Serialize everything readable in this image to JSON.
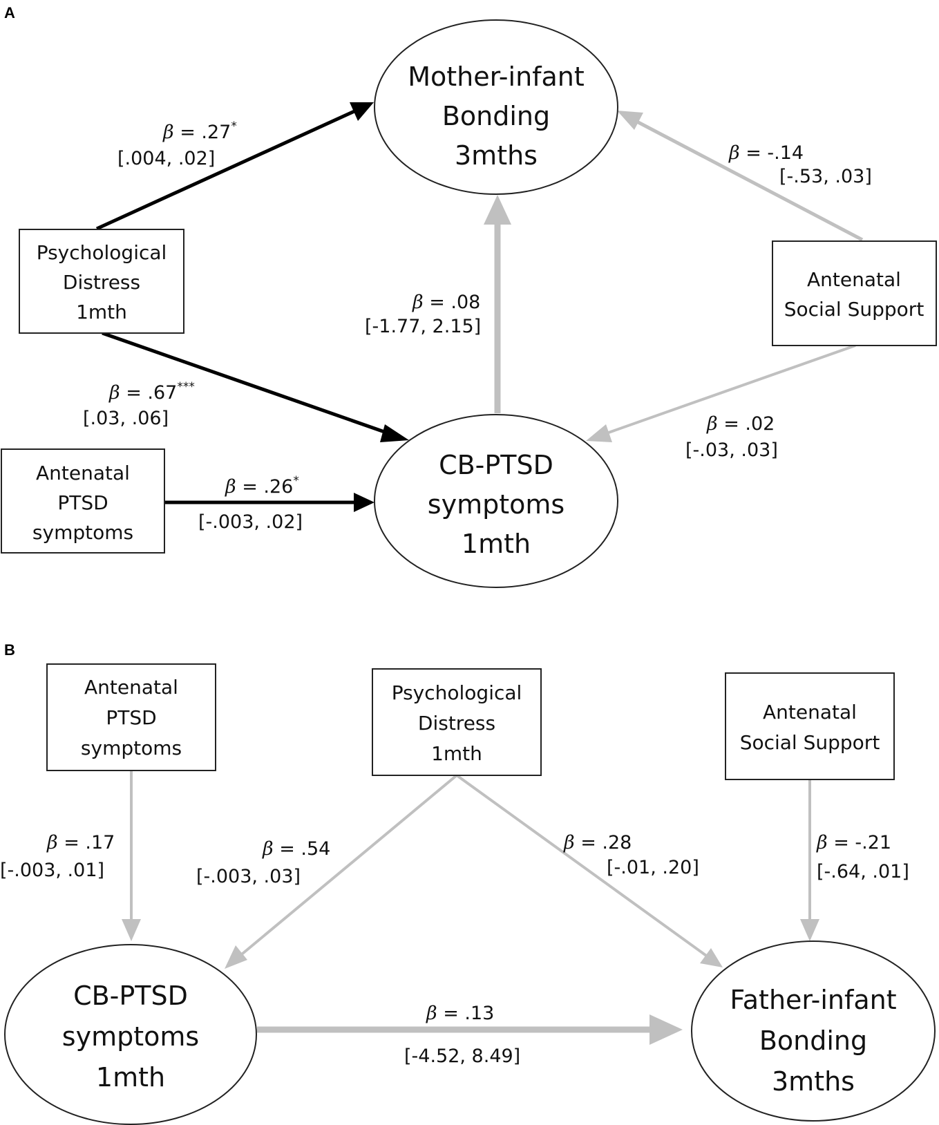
{
  "panels": [
    {
      "id": "A",
      "label": "A",
      "nodes": {
        "bonding": [
          "Mother-infant",
          "Bonding",
          "3mths"
        ],
        "distress": [
          "Psychological",
          "Distress",
          "1mth"
        ],
        "support": [
          "Antenatal",
          "Social Support"
        ],
        "antenatal_ptsd": [
          "Antenatal",
          "PTSD",
          "symptoms"
        ],
        "cbptsd": [
          "CB-PTSD",
          "symptoms",
          "1mth"
        ]
      },
      "paths": [
        {
          "name": "distress-to-bonding",
          "beta_symbol": "β",
          "beta": " = .27",
          "sig": "*",
          "ci": "[.004, .02]",
          "style": "black"
        },
        {
          "name": "support-to-bonding",
          "beta_symbol": "β",
          "beta": " = -.14",
          "sig": "",
          "ci": "[-.53, .03]",
          "style": "gray"
        },
        {
          "name": "cbptsd-to-bonding",
          "beta_symbol": "β",
          "beta": " = .08",
          "sig": "",
          "ci": "[-1.77, 2.15]",
          "style": "gray"
        },
        {
          "name": "distress-to-cbptsd",
          "beta_symbol": "β",
          "beta": " = .67",
          "sig": "***",
          "ci": "[.03, .06]",
          "style": "black"
        },
        {
          "name": "support-to-cbptsd",
          "beta_symbol": "β",
          "beta": " = .02",
          "sig": "",
          "ci": "[-.03, .03]",
          "style": "gray"
        },
        {
          "name": "antenatal-ptsd-to-cbptsd",
          "beta_symbol": "β",
          "beta": " = .26",
          "sig": "*",
          "ci": "[-.003, .02]",
          "style": "black"
        }
      ]
    },
    {
      "id": "B",
      "label": "B",
      "nodes": {
        "antenatal_ptsd": [
          "Antenatal",
          "PTSD",
          "symptoms"
        ],
        "distress": [
          "Psychological",
          "Distress",
          "1mth"
        ],
        "support": [
          "Antenatal",
          "Social Support"
        ],
        "cbptsd": [
          "CB-PTSD",
          "symptoms",
          "1mth"
        ],
        "bonding": [
          "Father-infant",
          "Bonding",
          "3mths"
        ]
      },
      "paths": [
        {
          "name": "antenatal-ptsd-to-cbptsd",
          "beta_symbol": "β",
          "beta": " = .17",
          "sig": "",
          "ci": "[-.003, .01]",
          "style": "gray"
        },
        {
          "name": "distress-to-cbptsd",
          "beta_symbol": "β",
          "beta": " = .54",
          "sig": "",
          "ci": "[-.003, .03]",
          "style": "gray"
        },
        {
          "name": "distress-to-bonding",
          "beta_symbol": "β",
          "beta": " = .28",
          "sig": "",
          "ci": "[-.01, .20]",
          "style": "gray"
        },
        {
          "name": "support-to-bonding",
          "beta_symbol": "β",
          "beta": " = -.21",
          "sig": "",
          "ci": "[-.64, .01]",
          "style": "gray"
        },
        {
          "name": "cbptsd-to-bonding",
          "beta_symbol": "β",
          "beta": " = .13",
          "sig": "",
          "ci": "[-4.52, 8.49]",
          "style": "gray"
        }
      ]
    }
  ],
  "colors": {
    "significant_path": "#000000",
    "nonsignificant_path": "#c0c0c0",
    "node_border": "#222222"
  }
}
